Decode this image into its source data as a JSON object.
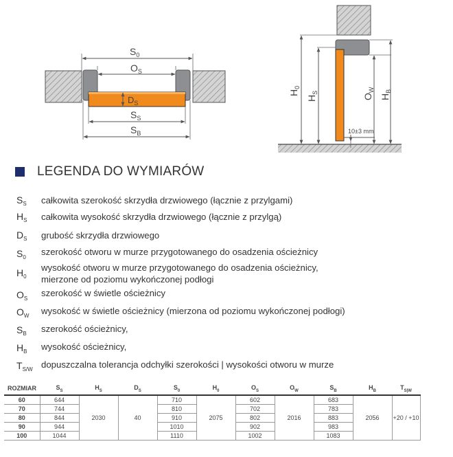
{
  "diagram": {
    "width_labels": {
      "s0": "S",
      "s0_sub": "0",
      "os": "O",
      "os_sub": "S",
      "ds": "D",
      "ds_sub": "S",
      "ss": "S",
      "ss_sub": "S",
      "sb": "S",
      "sb_sub": "B"
    },
    "height_labels": {
      "h0": "H",
      "h0_sub": "0",
      "hs": "H",
      "hs_sub": "S",
      "ow": "O",
      "ow_sub": "W",
      "hb": "H",
      "hb_sub": "B"
    },
    "gap_note": "10±3 mm"
  },
  "legend": {
    "title": "LEGENDA DO WYMIARÓW",
    "items": [
      {
        "sym": "S",
        "sub": "S",
        "desc": [
          "całkowita szerokość skrzydła drzwiowego (łącznie z przylgami)"
        ]
      },
      {
        "sym": "H",
        "sub": "S",
        "desc": [
          "całkowita wysokość skrzydła drzwiowego (łącznie z przylgą)"
        ]
      },
      {
        "sym": "D",
        "sub": "S",
        "desc": [
          "grubość skrzydła drzwiowego"
        ]
      },
      {
        "sym": "S",
        "sub": "0",
        "desc": [
          "szerokość otworu w murze przygotowanego do osadzenia ościeżnicy"
        ]
      },
      {
        "sym": "H",
        "sub": "0",
        "desc": [
          "wysokość otworu w murze przygotowanego do osadzenia ościeżnicy,",
          "mierzone od poziomu wykończonej podłogi"
        ]
      },
      {
        "sym": "O",
        "sub": "S",
        "desc": [
          "szerokość w świetle ościeżnicy"
        ]
      },
      {
        "sym": "O",
        "sub": "W",
        "desc": [
          "wysokość w świetle ościeżnicy (mierzona od poziomu wykończonej podłogi)"
        ]
      },
      {
        "sym": "S",
        "sub": "B",
        "desc": [
          "szerokość ościeżnicy,"
        ]
      },
      {
        "sym": "H",
        "sub": "B",
        "desc": [
          "wysokość ościeżnicy,"
        ]
      },
      {
        "sym": "T",
        "sub": "S/W",
        "desc": [
          "dopuszczalna tolerancja odchyłki szerokości | wysokości otworu w murze"
        ]
      }
    ]
  },
  "table": {
    "headers": [
      {
        "main": "ROZMIAR",
        "sub": ""
      },
      {
        "main": "S",
        "sub": "S"
      },
      {
        "main": "H",
        "sub": "S"
      },
      {
        "main": "D",
        "sub": "S"
      },
      {
        "main": "S",
        "sub": "0"
      },
      {
        "main": "H",
        "sub": "0"
      },
      {
        "main": "O",
        "sub": "S"
      },
      {
        "main": "O",
        "sub": "W"
      },
      {
        "main": "S",
        "sub": "B"
      },
      {
        "main": "H",
        "sub": "B"
      },
      {
        "main": "T",
        "sub": "S|W"
      }
    ],
    "rows": [
      {
        "rozmiar": "60",
        "ss": "644",
        "s0": "710",
        "os": "602",
        "sb": "683"
      },
      {
        "rozmiar": "70",
        "ss": "744",
        "s0": "810",
        "os": "702",
        "sb": "783"
      },
      {
        "rozmiar": "80",
        "ss": "844",
        "s0": "910",
        "os": "802",
        "sb": "883"
      },
      {
        "rozmiar": "90",
        "ss": "944",
        "s0": "1010",
        "os": "902",
        "sb": "983"
      },
      {
        "rozmiar": "100",
        "ss": "1044",
        "s0": "1110",
        "os": "1002",
        "sb": "1083"
      }
    ],
    "shared": {
      "hs": "2030",
      "ds": "40",
      "h0": "2075",
      "ow": "2016",
      "hb": "2056",
      "t": "+20 / +10"
    }
  }
}
